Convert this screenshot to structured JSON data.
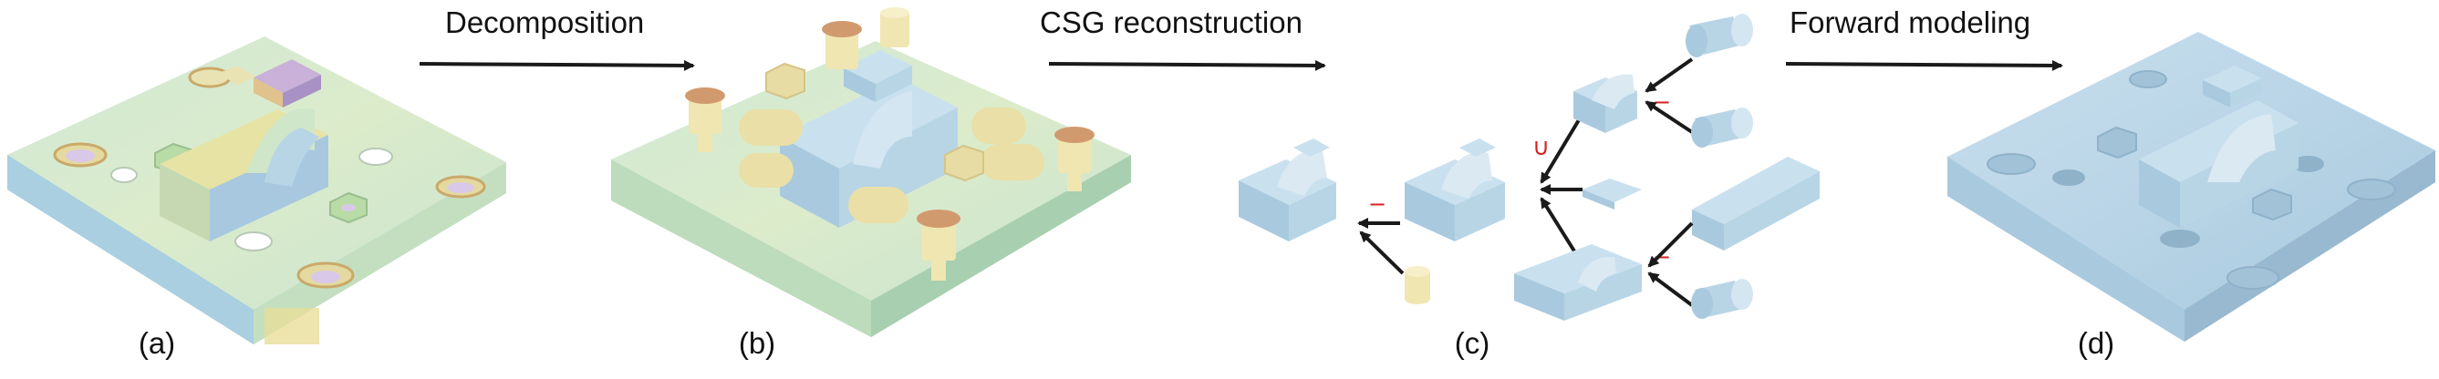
{
  "steps": {
    "decomposition": "Decomposition",
    "csg_reconstruction": "CSG reconstruction",
    "forward_modeling": "Forward modeling"
  },
  "panels": {
    "a": "(a)",
    "b": "(b)",
    "c": "(c)",
    "d": "(d)"
  },
  "operators": {
    "union": "∪",
    "minus": "−"
  },
  "colors": {
    "part_blue": "#b7d3e6",
    "base_green": "#d4e8cd",
    "cylinder_yellow": "#f0e6b2",
    "cap_orange": "#d19a6e",
    "operator_red": "#d62020",
    "arrow": "#1a1a1a"
  }
}
